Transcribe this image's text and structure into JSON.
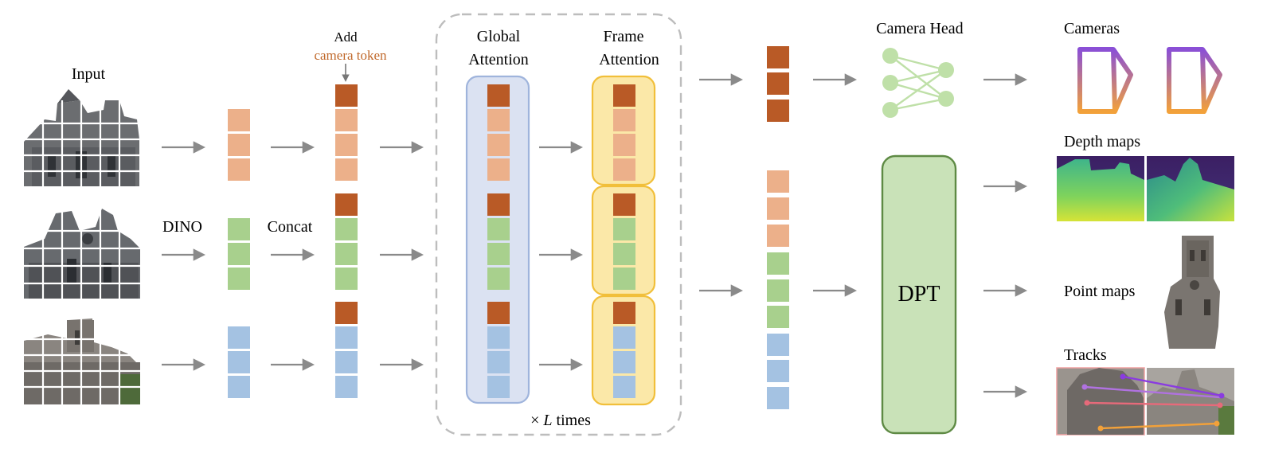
{
  "labels": {
    "input": "Input",
    "dino": "DINO",
    "concat": "Concat",
    "add": "Add",
    "camera_token": "camera token",
    "global_attention_line1": "Global",
    "global_attention_line2": "Attention",
    "frame_attention_line1": "Frame",
    "frame_attention_line2": "Attention",
    "times_symbol": "×",
    "times_var": "L",
    "times_word": "times",
    "camera_head": "Camera Head",
    "dpt": "DPT",
    "cameras": "Cameras",
    "depth_maps": "Depth maps",
    "point_maps": "Point maps",
    "tracks": "Tracks"
  },
  "colors": {
    "camera_token": "#b95a26",
    "orange_token": "#ecb08a",
    "green_token": "#a8d08d",
    "blue_token": "#a4c2e2",
    "global_block_fill": "#dbe2f2",
    "global_block_stroke": "#9fb4dc",
    "frame_block_fill": "#fbe8a8",
    "frame_block_stroke": "#f1bf3a",
    "dpt_fill": "#c9e2b8",
    "dpt_stroke": "#5e8a44",
    "camera_head_node": "#bfe0a8",
    "arrow": "#8a8a8a",
    "camera_token_text": "#c0682a",
    "camera_frustum_top": "#8a4fd6",
    "camera_frustum_bottom": "#f2a13a"
  }
}
